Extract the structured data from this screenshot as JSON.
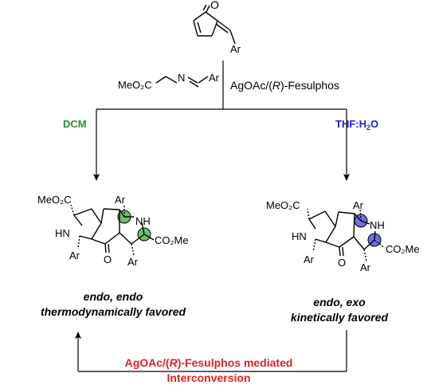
{
  "start_material": {
    "oxygen": "O",
    "aryl": "Ar"
  },
  "reagent": {
    "ester": "MeO₂C",
    "nitrogen": "N",
    "aryl": "Ar"
  },
  "conditions": {
    "catalyst": "AgOAc/(",
    "catalyst_R": "R",
    "catalyst_end": ")-Fesulphos"
  },
  "left_branch": {
    "solvent": "DCM",
    "solvent_color": "#2e8b2e"
  },
  "right_branch": {
    "solvent_prefix": "THF:H",
    "solvent_sub": "2",
    "solvent_suffix": "O",
    "solvent_color": "#1f1fd6"
  },
  "product_left": {
    "ester_top": "MeO₂C",
    "ar_top": "Ar",
    "nh_right": "NH",
    "hn_left": "HN",
    "ester_right": "CO₂Me",
    "oxygen": "O",
    "ar_bottom_right": "Ar",
    "ar_bottom_left": "Ar",
    "highlight_color": "#6fbf6f",
    "caption_line1": "endo, endo",
    "caption_line2": "thermodynamically favored"
  },
  "product_right": {
    "ester_top": "MeO₂C",
    "ar_top": "Ar",
    "nh_right": "NH",
    "hn_left": "HN",
    "ester_right": "CO₂Me",
    "oxygen": "O",
    "ar_bottom_right": "Ar",
    "ar_bottom_left": "Ar",
    "highlight_color": "#6f6fe0",
    "caption_line1": "endo, exo",
    "caption_line2": "kinetically favored"
  },
  "interconversion": {
    "line1_prefix": "AgOAc/(",
    "line1_R": "R",
    "line1_suffix": ")-Fesulphos mediated",
    "line2": "Interconversion",
    "color": "#e02020"
  }
}
